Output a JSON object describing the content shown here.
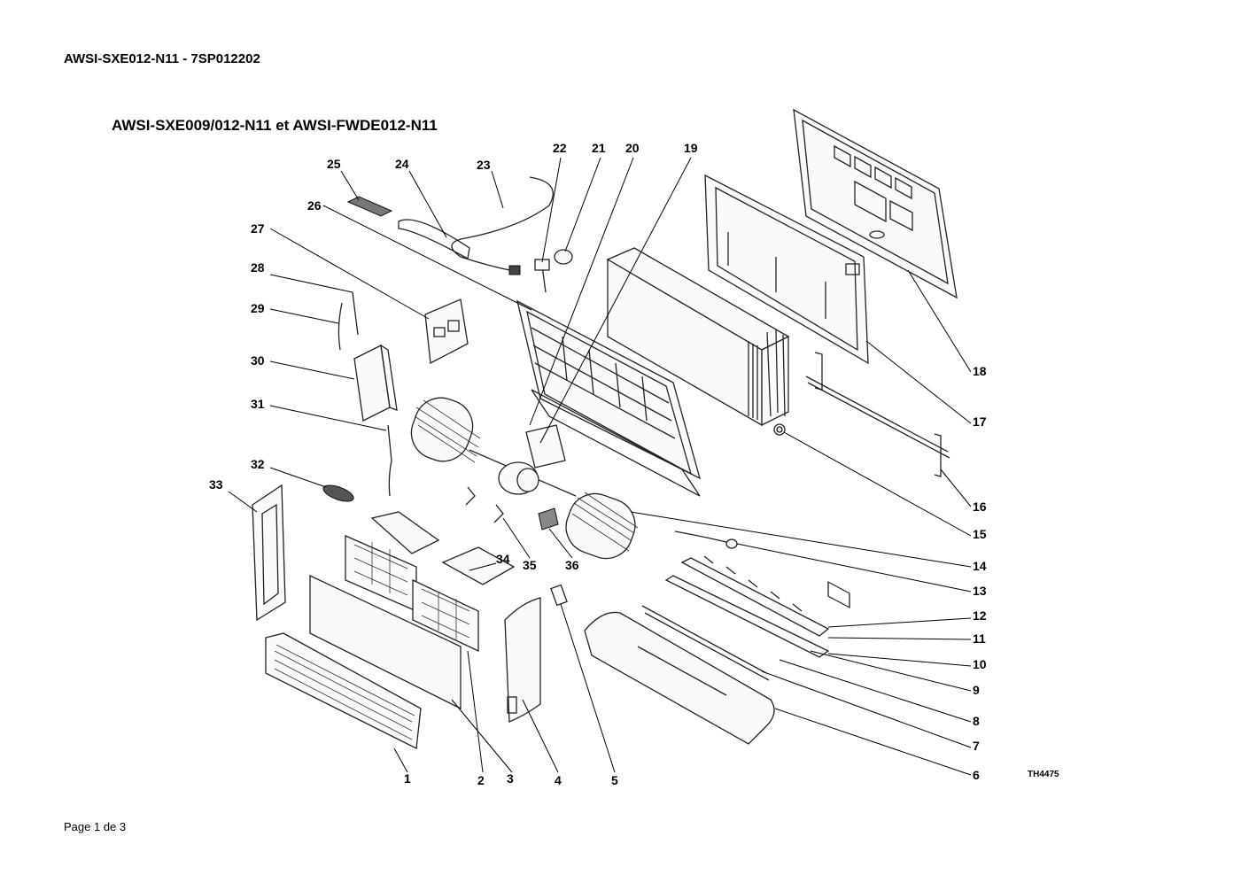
{
  "document": {
    "header": "AWSI-SXE012-N11 - 7SP012202",
    "title": "AWSI-SXE009/012-N11 et AWSI-FWDE012-N11",
    "footer": "Page 1 de 3",
    "drawing_ref": "TH4475"
  },
  "callouts": [
    "1",
    "2",
    "3",
    "4",
    "5",
    "6",
    "7",
    "8",
    "9",
    "10",
    "11",
    "12",
    "13",
    "14",
    "15",
    "16",
    "17",
    "18",
    "19",
    "20",
    "21",
    "22",
    "23",
    "24",
    "25",
    "26",
    "27",
    "28",
    "29",
    "30",
    "31",
    "32",
    "33",
    "34",
    "35",
    "36"
  ]
}
